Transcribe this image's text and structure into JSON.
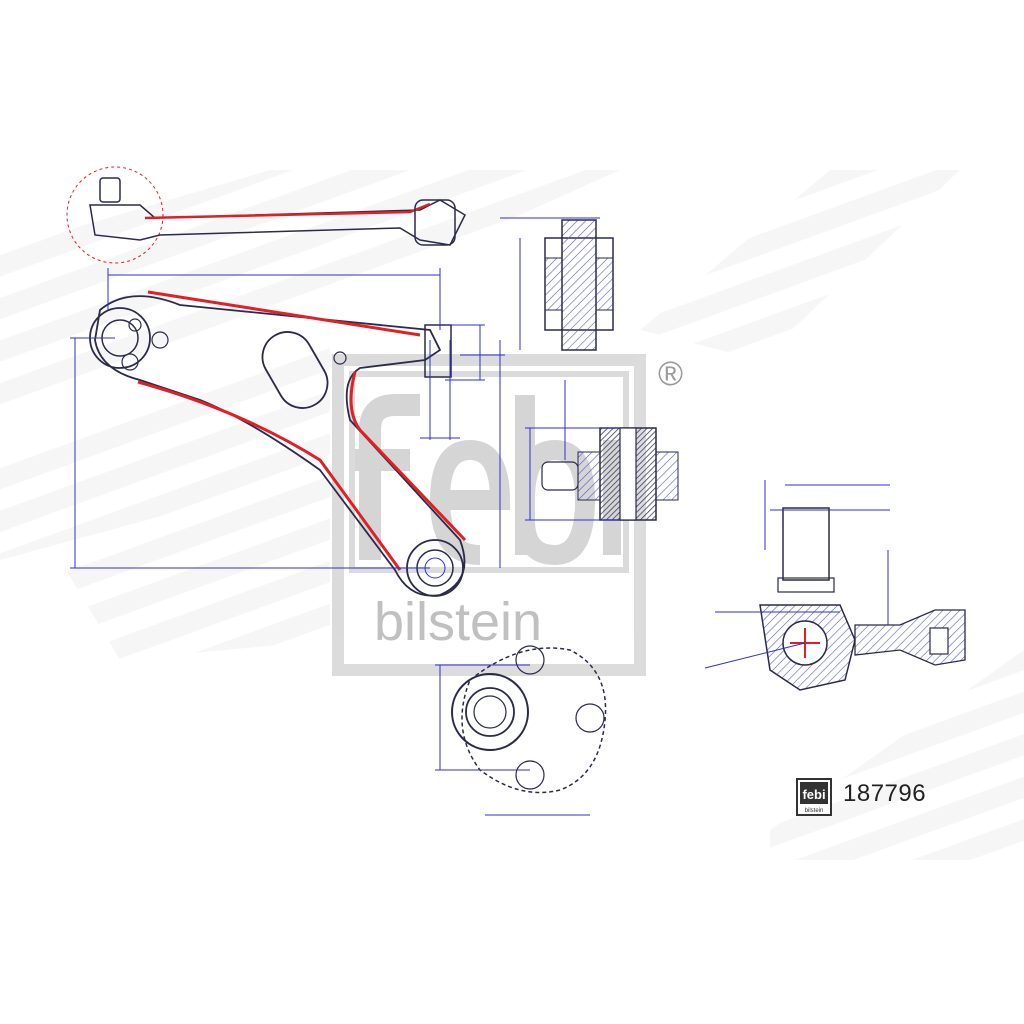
{
  "brand": {
    "logo_text": "febi",
    "subtitle": "bilstein",
    "registered_mark": "®"
  },
  "part": {
    "number": "187796"
  },
  "colors": {
    "outline": "#2a2a4a",
    "highlight": "#e01f26",
    "dimension": "#2d2dd8",
    "watermark": "#c7c7c7",
    "hatch": "#4a4ad0"
  }
}
